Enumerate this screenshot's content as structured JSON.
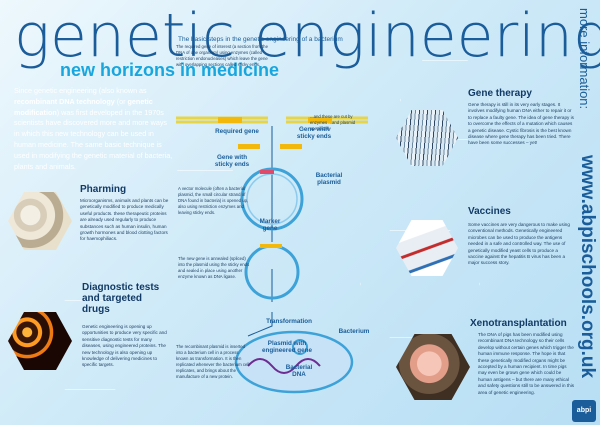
{
  "header": {
    "title": "genetic engineering",
    "subtitle": "new horizons in medicine"
  },
  "sidebar": {
    "more_info": "more information:",
    "url": "www.abpischools.org.uk"
  },
  "intro": {
    "pre": "Since genetic engineering (also known as ",
    "term1": "recombinant DNA technology",
    "mid": " (or ",
    "term2": "genetic modification",
    "post": ") was first developed in the 1970s scientists have discovered more and more ways in which this new technology can be used in human medicine. The same basic technique is used in modifying the genetic material of bacteria, plants and animals."
  },
  "sections": {
    "pharming": {
      "title": "Pharming",
      "body": "Microorganisms, animals and plants can be genetically modified to produce medically useful products. these therapeutic proteins are already used regularly to produce substances such as human insulin, human growth hormones and blood clotting factors for haemophiliacs."
    },
    "diagnostic": {
      "title": "Diagnostic tests and targeted drugs",
      "body": "Genetic engineering is opening up opportunities to produce very specific and sensitive diagnostic tests for many diseases, using engineered proteins. The new technology is also opening up knowledge of delivering medicines to specific targets."
    },
    "gene_therapy": {
      "title": "Gene therapy",
      "body": "Gene therapy is still in its very early stages. It involves modifying human DNA either to repair it or to replace a faulty gene. The idea of gene therapy is to overcome the effects of a mutation which causes a genetic disease. Cystic fibrosis is the best known disease where gene therapy has been tried. There have been some successes – yet!"
    },
    "vaccines": {
      "title": "Vaccines",
      "body": "Some vaccines are very dangerous to make using conventional methods. Genetically engineered microbes can be used to produce the antigens needed in a safe and controlled way. The use of genetically modified yeast cells to produce a vaccine against the hepatitis B virus has been a major success story."
    },
    "xeno": {
      "title": "Xenotransplantation",
      "body": "The DNA of pigs has been modified using recombinant DNA technology so their cells develop without certain genes which trigger the human immune response. The hope is that these genetically modified organs might be accepted by a human recipient. In time pigs may even be grown gene which could be human antigens – but there are many ethical and safety questions still to be answered in this area of genetic engineering."
    }
  },
  "diagram": {
    "heading": "The basic steps in the genetic engineering of a bacterium",
    "step1": "The required gene of interest (a section from the DNA of one organism) using enzymes (called restriction endonucleases) which leave the gene with overlapping sections called sticky ends.",
    "step1_right": "...and these are cut by enzymes ...and plasmid specifically",
    "step2": "A vector molecule (often a bacterial plasmid, the small circular strand of DNA found in bacteria) is opened up, also using restriction enzymes and leaving sticky ends.",
    "step3": "The new gene is annealed (spliced) into the plasmid using the sticky ends and sealed in place using another enzyme known as DNA ligase.",
    "step4": "The recombinant plasmid is inserted into a bacterium cell in a process known as transformation. It is then replicated whenever the bacterium cell replicates, and brings about the manufacture of a new protein.",
    "labels": {
      "required_gene": "Required gene",
      "gene_sticky_1": "Gene with sticky ends",
      "gene_sticky_2": "Gene with sticky ends",
      "bacterial_plasmid": "Bacterial plasmid",
      "marker_gene": "Marker gene",
      "transformation": "Transformation",
      "bacterium": "Bacterium",
      "plasmid_engineered": "Plasmid with engineered gene",
      "bacterial_dna": "Bacterial DNA"
    }
  },
  "logo": "abpi",
  "colors": {
    "title": "#1a5d9a",
    "subtitle": "#18a6de",
    "plasmid": "#3da2d8",
    "gene": "#f2b90c",
    "dna_strand": "#e6d44a",
    "background": "#cfeaf8"
  }
}
